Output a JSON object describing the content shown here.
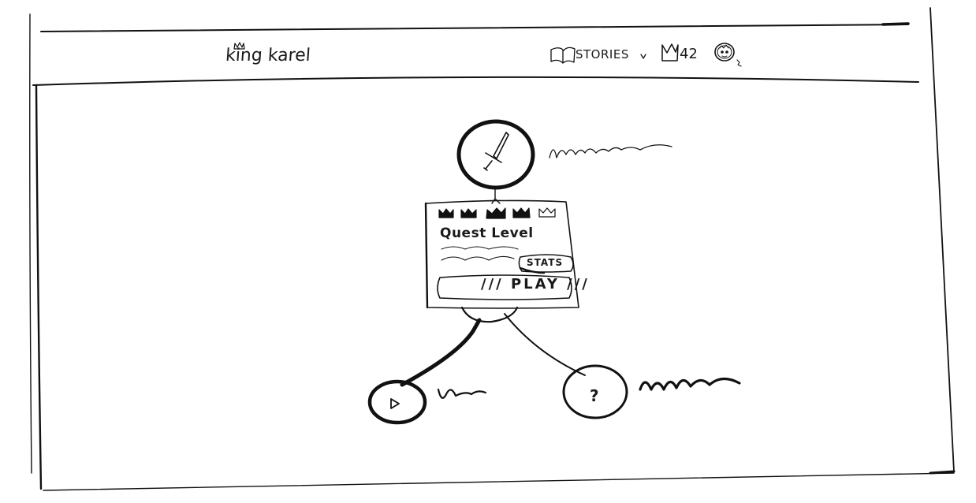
{
  "header": {
    "brand": "king karel",
    "stories_label": "STORIES",
    "crown_count": "42"
  },
  "quest_card": {
    "title": "Quest Level",
    "stats_label": "STATS",
    "play_label": "/// PLAY ///",
    "rating_filled": 4,
    "rating_total": 5
  },
  "child_nodes": {
    "unknown_label": "?"
  },
  "icons": {
    "logo": "crown-icon",
    "stories": "book-icon",
    "crowns": "crown-icon",
    "avatar": "king-avatar-icon",
    "quest": "sword-icon",
    "child_left": "play-icon"
  }
}
